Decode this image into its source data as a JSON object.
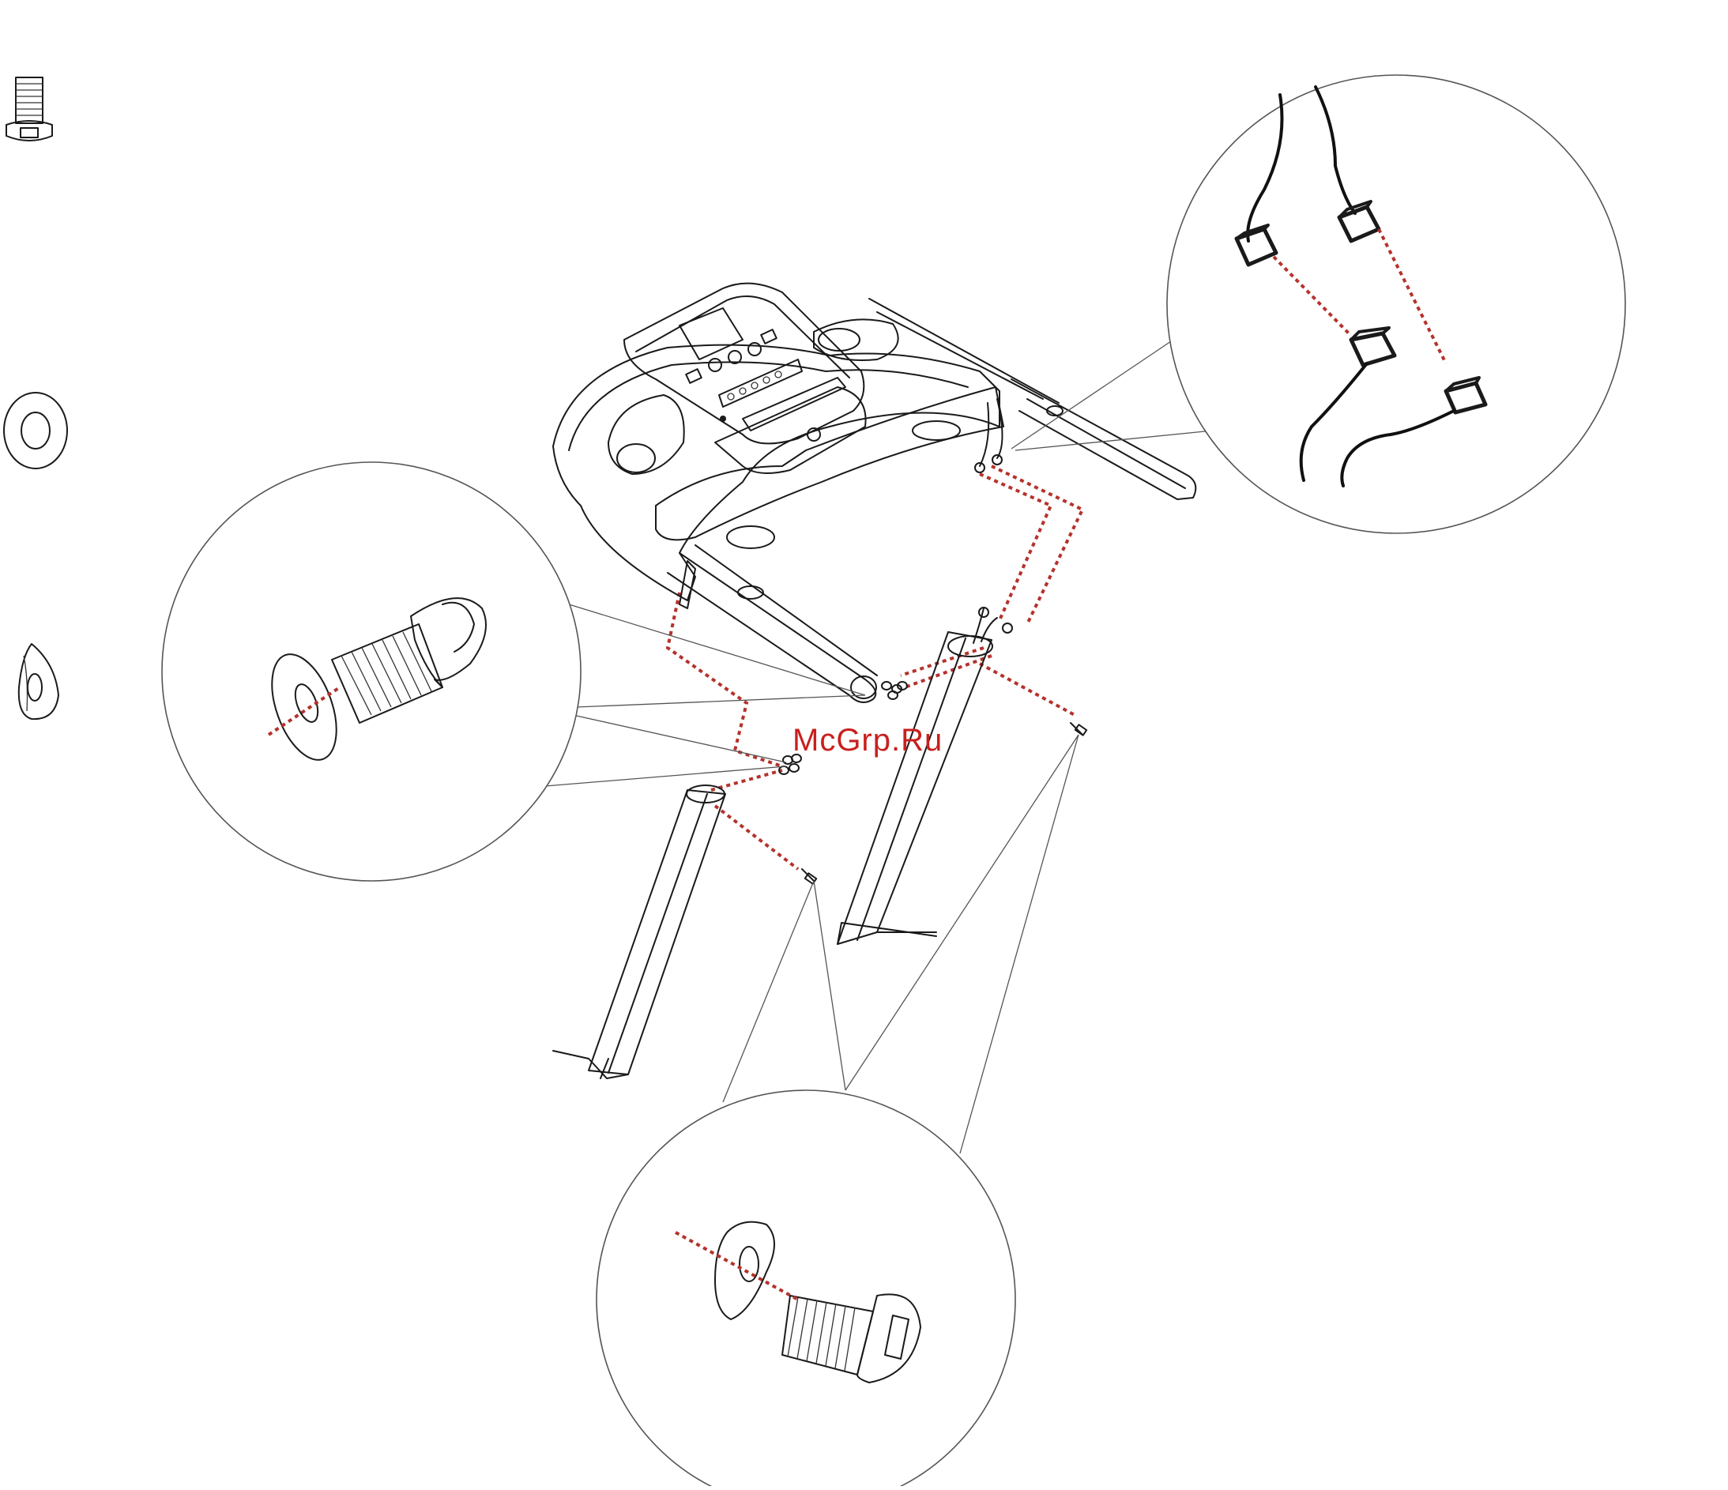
{
  "watermark": "McGrp.Ru",
  "parts": [
    {
      "name": "bolt"
    },
    {
      "name": "flat-washer"
    },
    {
      "name": "curved-washer"
    }
  ],
  "colors": {
    "line": "#1a1a1a",
    "dashed_guide": "#b5322c",
    "watermark": "#c8201e"
  }
}
